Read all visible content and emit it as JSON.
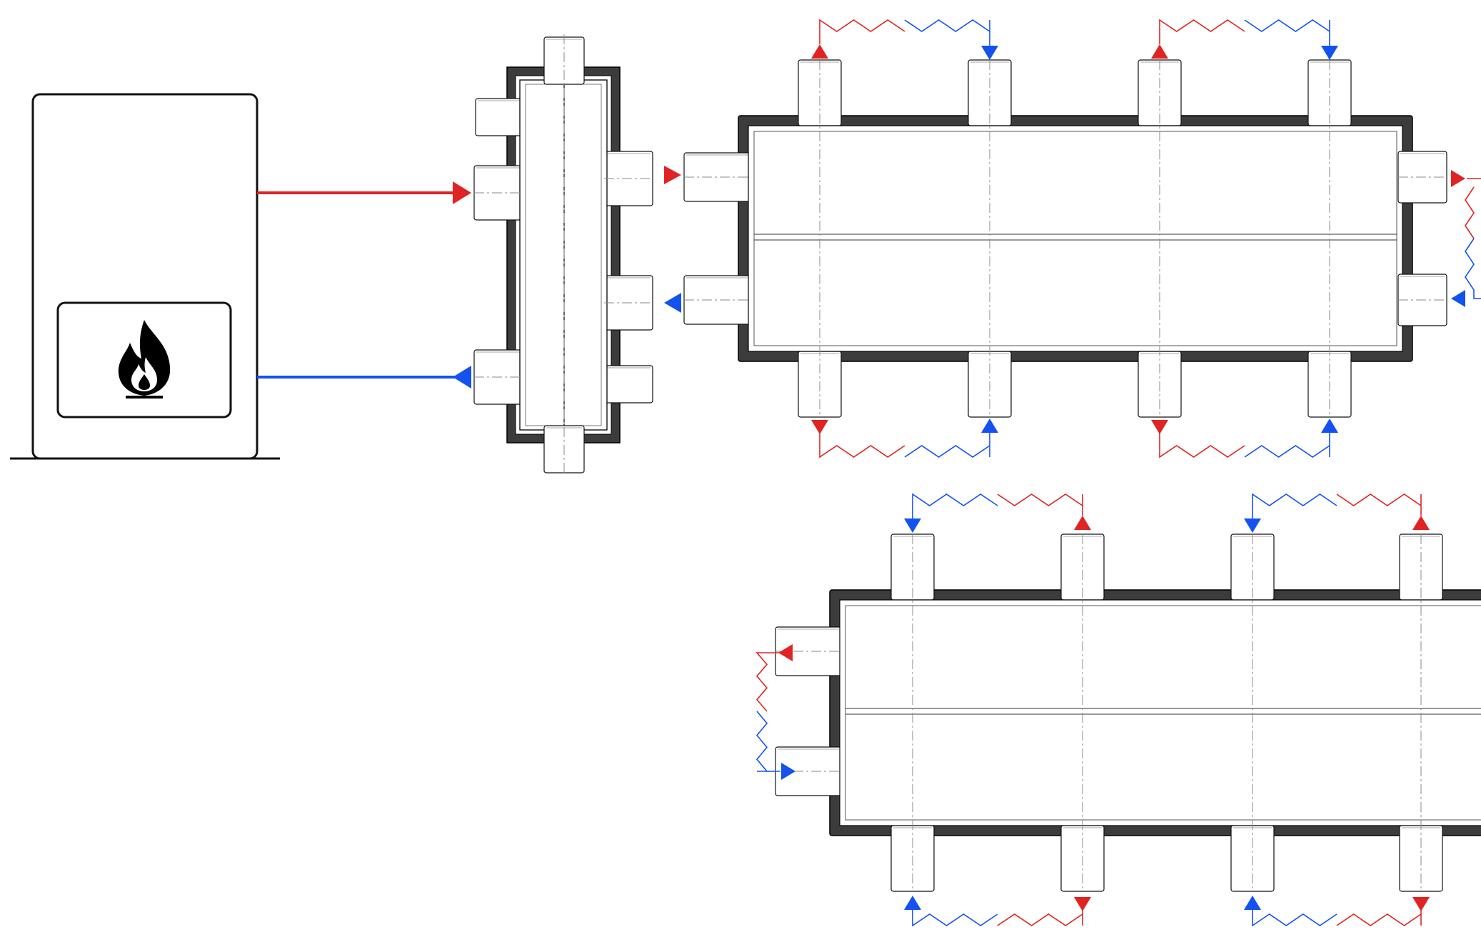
{
  "diagram": {
    "kind": "heating-system-schematic",
    "colors": {
      "supply": "#e02424",
      "return": "#1452f0",
      "outline": "#111111",
      "shell": "#3c3c3c",
      "guide": "#8a8a8a"
    },
    "components": [
      {
        "id": "boiler",
        "label": "",
        "icon": "flame-icon"
      },
      {
        "id": "hydraulic-separator",
        "label": ""
      },
      {
        "id": "manifold-upper",
        "label": ""
      },
      {
        "id": "manifold-lower",
        "label": ""
      }
    ],
    "flows": [
      {
        "from": "boiler",
        "to": "hydraulic-separator",
        "kind": "supply"
      },
      {
        "from": "hydraulic-separator",
        "to": "boiler",
        "kind": "return"
      },
      {
        "from": "hydraulic-separator",
        "to": "manifold-upper",
        "kind": "supply"
      },
      {
        "from": "manifold-upper",
        "to": "hydraulic-separator",
        "kind": "return"
      },
      {
        "from": "manifold-upper",
        "to": "heating-loops",
        "kind": "supply-return"
      },
      {
        "from": "manifold-lower",
        "to": "heating-loops",
        "kind": "supply-return"
      }
    ]
  }
}
